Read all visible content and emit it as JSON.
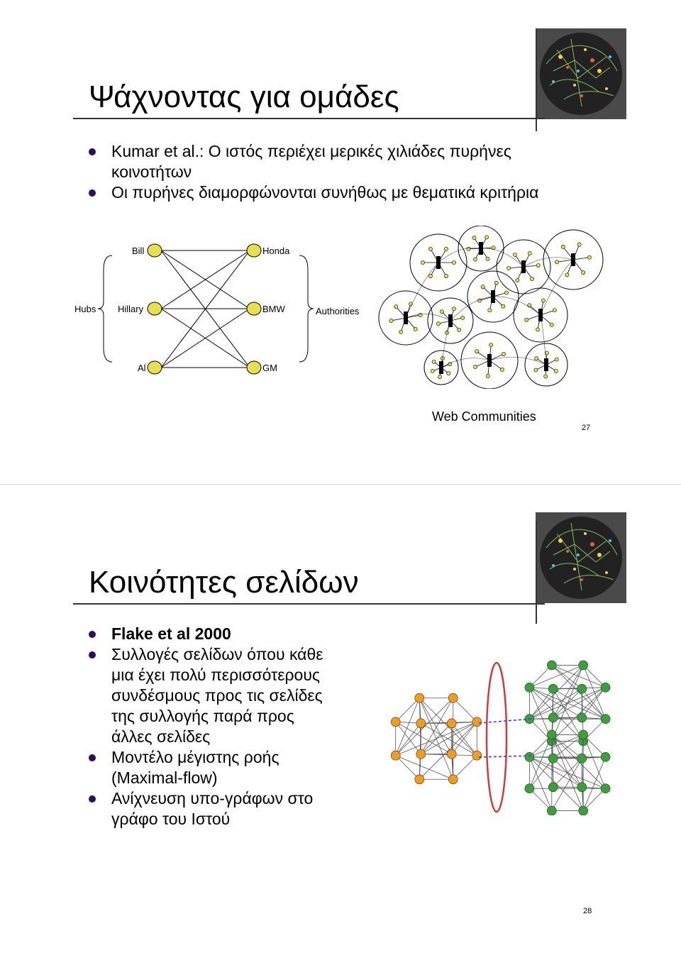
{
  "slide1": {
    "title": "Ψάχνοντας για ομάδες",
    "bullets": [
      "Kumar et al.: Ο ιστός περιέχει μερικές χιλιάδες πυρήνες κοινοτήτων",
      "Οι πυρήνες διαμορφώνονται συνήθως με θεματικά κριτήρια"
    ],
    "diagram": {
      "hubs_label": "Hubs",
      "authorities_label": "Authorities",
      "hubs": [
        "Bill",
        "Hillary",
        "Al"
      ],
      "authorities": [
        "Honda",
        "BMW",
        "GM"
      ],
      "node_color": "#e6e04a"
    },
    "communities_label": "Web Communities",
    "page_number": "27"
  },
  "slide2": {
    "title": "Κοινότητες σελίδων",
    "bullets": [
      "Flake et al 2000",
      "Συλλογές σελίδων όπου κάθε μια έχει πολύ περισσότερους συνδέσμους προς τις σελίδες της συλλογής παρά προς άλλες σελίδες",
      "Μοντέλο μέγιστης ροής (Maximal-flow)",
      "Ανίχνευση υπο-γράφων στο γράφο του Ιστού"
    ],
    "graph_colors": {
      "orange": "#f39c1a",
      "green": "#3aa13a",
      "cut": "#d23b3b",
      "link": "#3d3dd6"
    },
    "page_number": "28"
  }
}
